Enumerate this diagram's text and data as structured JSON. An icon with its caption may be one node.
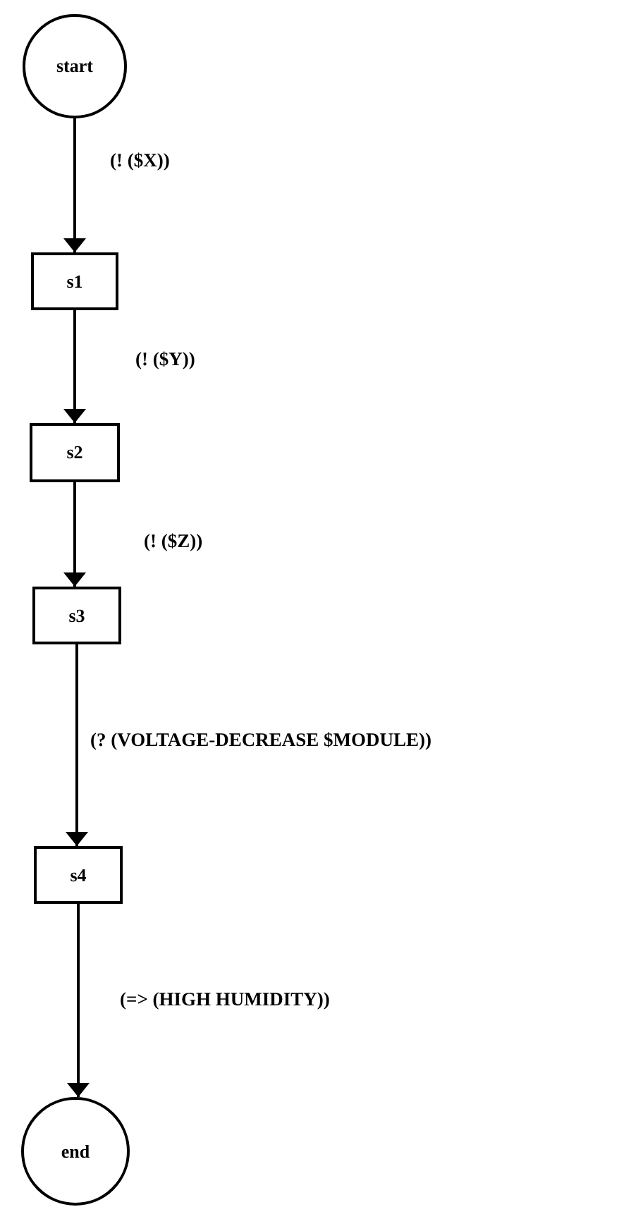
{
  "diagram": {
    "nodes": [
      {
        "text": [
          "start"
        ]
      },
      {
        "text": [
          "s1"
        ]
      },
      {
        "text": [
          "s2"
        ]
      },
      {
        "text": [
          "s3"
        ]
      },
      {
        "text": [
          "s4"
        ]
      },
      {
        "text": [
          "end"
        ]
      }
    ],
    "edges": [
      {
        "from": 0,
        "to": 1,
        "arrow": "to",
        "label": "(! ($X))"
      },
      {
        "from": 1,
        "to": 2,
        "arrow": "to",
        "label": "(! ($Y))"
      },
      {
        "from": 2,
        "to": 3,
        "arrow": "to",
        "label": "(! ($Z))"
      },
      {
        "from": 3,
        "to": 4,
        "arrow": "to",
        "label": "(? (VOLTAGE-DECREASE $MODULE))"
      },
      {
        "from": 4,
        "to": 5,
        "arrow": "to",
        "label": "(=> (HIGH HUMIDITY))"
      }
    ]
  }
}
